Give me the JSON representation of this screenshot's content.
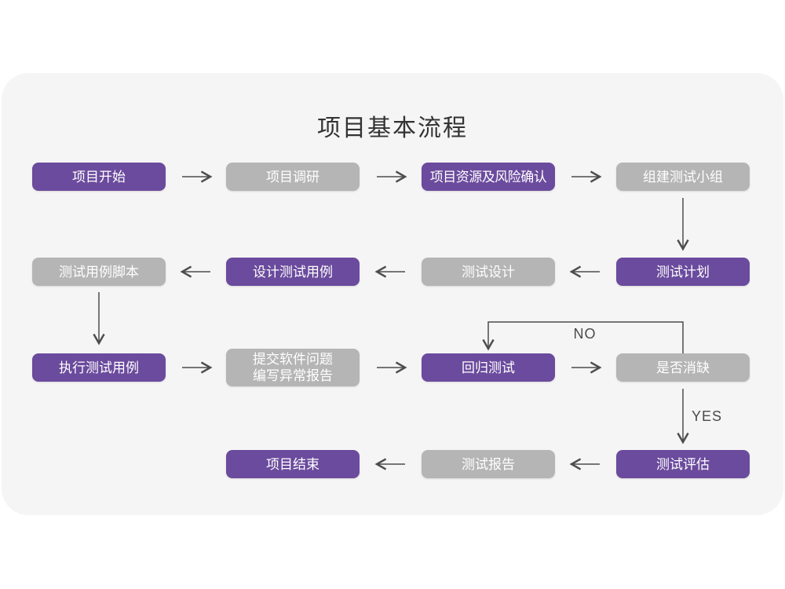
{
  "title": "项目基本流程",
  "colors": {
    "accent": "#6b4b9d",
    "muted": "#b5b5b5",
    "card_bg": "#f6f5f6",
    "page_bg": "#ffffff",
    "arrow": "#4d4d4d",
    "title_text": "#333333",
    "box_text": "#ffffff",
    "edge_label_text": "#4a4a4a"
  },
  "nodes": [
    {
      "id": "start",
      "label": "项目开始",
      "variant": "accent"
    },
    {
      "id": "research",
      "label": "项目调研",
      "variant": "muted"
    },
    {
      "id": "risk",
      "label": "项目资源及风险确认",
      "variant": "accent"
    },
    {
      "id": "team",
      "label": "组建测试小组",
      "variant": "muted"
    },
    {
      "id": "plan",
      "label": "测试计划",
      "variant": "accent"
    },
    {
      "id": "design",
      "label": "测试设计",
      "variant": "muted"
    },
    {
      "id": "cases",
      "label": "设计测试用例",
      "variant": "accent"
    },
    {
      "id": "scripts",
      "label": "测试用例脚本",
      "variant": "muted"
    },
    {
      "id": "execute",
      "label": "执行测试用例",
      "variant": "accent"
    },
    {
      "id": "issue",
      "label": "提交软件问题",
      "label2": "编写异常报告",
      "variant": "muted"
    },
    {
      "id": "regression",
      "label": "回归测试",
      "variant": "accent"
    },
    {
      "id": "resolved",
      "label": "是否消缺",
      "variant": "muted"
    },
    {
      "id": "evaluate",
      "label": "测试评估",
      "variant": "accent"
    },
    {
      "id": "report",
      "label": "测试报告",
      "variant": "muted"
    },
    {
      "id": "end",
      "label": "项目结束",
      "variant": "accent"
    }
  ],
  "edges": [
    {
      "from": "start",
      "to": "research",
      "label": ""
    },
    {
      "from": "research",
      "to": "risk",
      "label": ""
    },
    {
      "from": "risk",
      "to": "team",
      "label": ""
    },
    {
      "from": "team",
      "to": "plan",
      "label": ""
    },
    {
      "from": "plan",
      "to": "design",
      "label": ""
    },
    {
      "from": "design",
      "to": "cases",
      "label": ""
    },
    {
      "from": "cases",
      "to": "scripts",
      "label": ""
    },
    {
      "from": "scripts",
      "to": "execute",
      "label": ""
    },
    {
      "from": "execute",
      "to": "issue",
      "label": ""
    },
    {
      "from": "issue",
      "to": "regression",
      "label": ""
    },
    {
      "from": "regression",
      "to": "resolved",
      "label": ""
    },
    {
      "from": "resolved",
      "to": "regression",
      "label": "NO"
    },
    {
      "from": "resolved",
      "to": "evaluate",
      "label": "YES"
    },
    {
      "from": "evaluate",
      "to": "report",
      "label": ""
    },
    {
      "from": "report",
      "to": "end",
      "label": ""
    }
  ],
  "edge_labels": {
    "no": "NO",
    "yes": "YES"
  }
}
